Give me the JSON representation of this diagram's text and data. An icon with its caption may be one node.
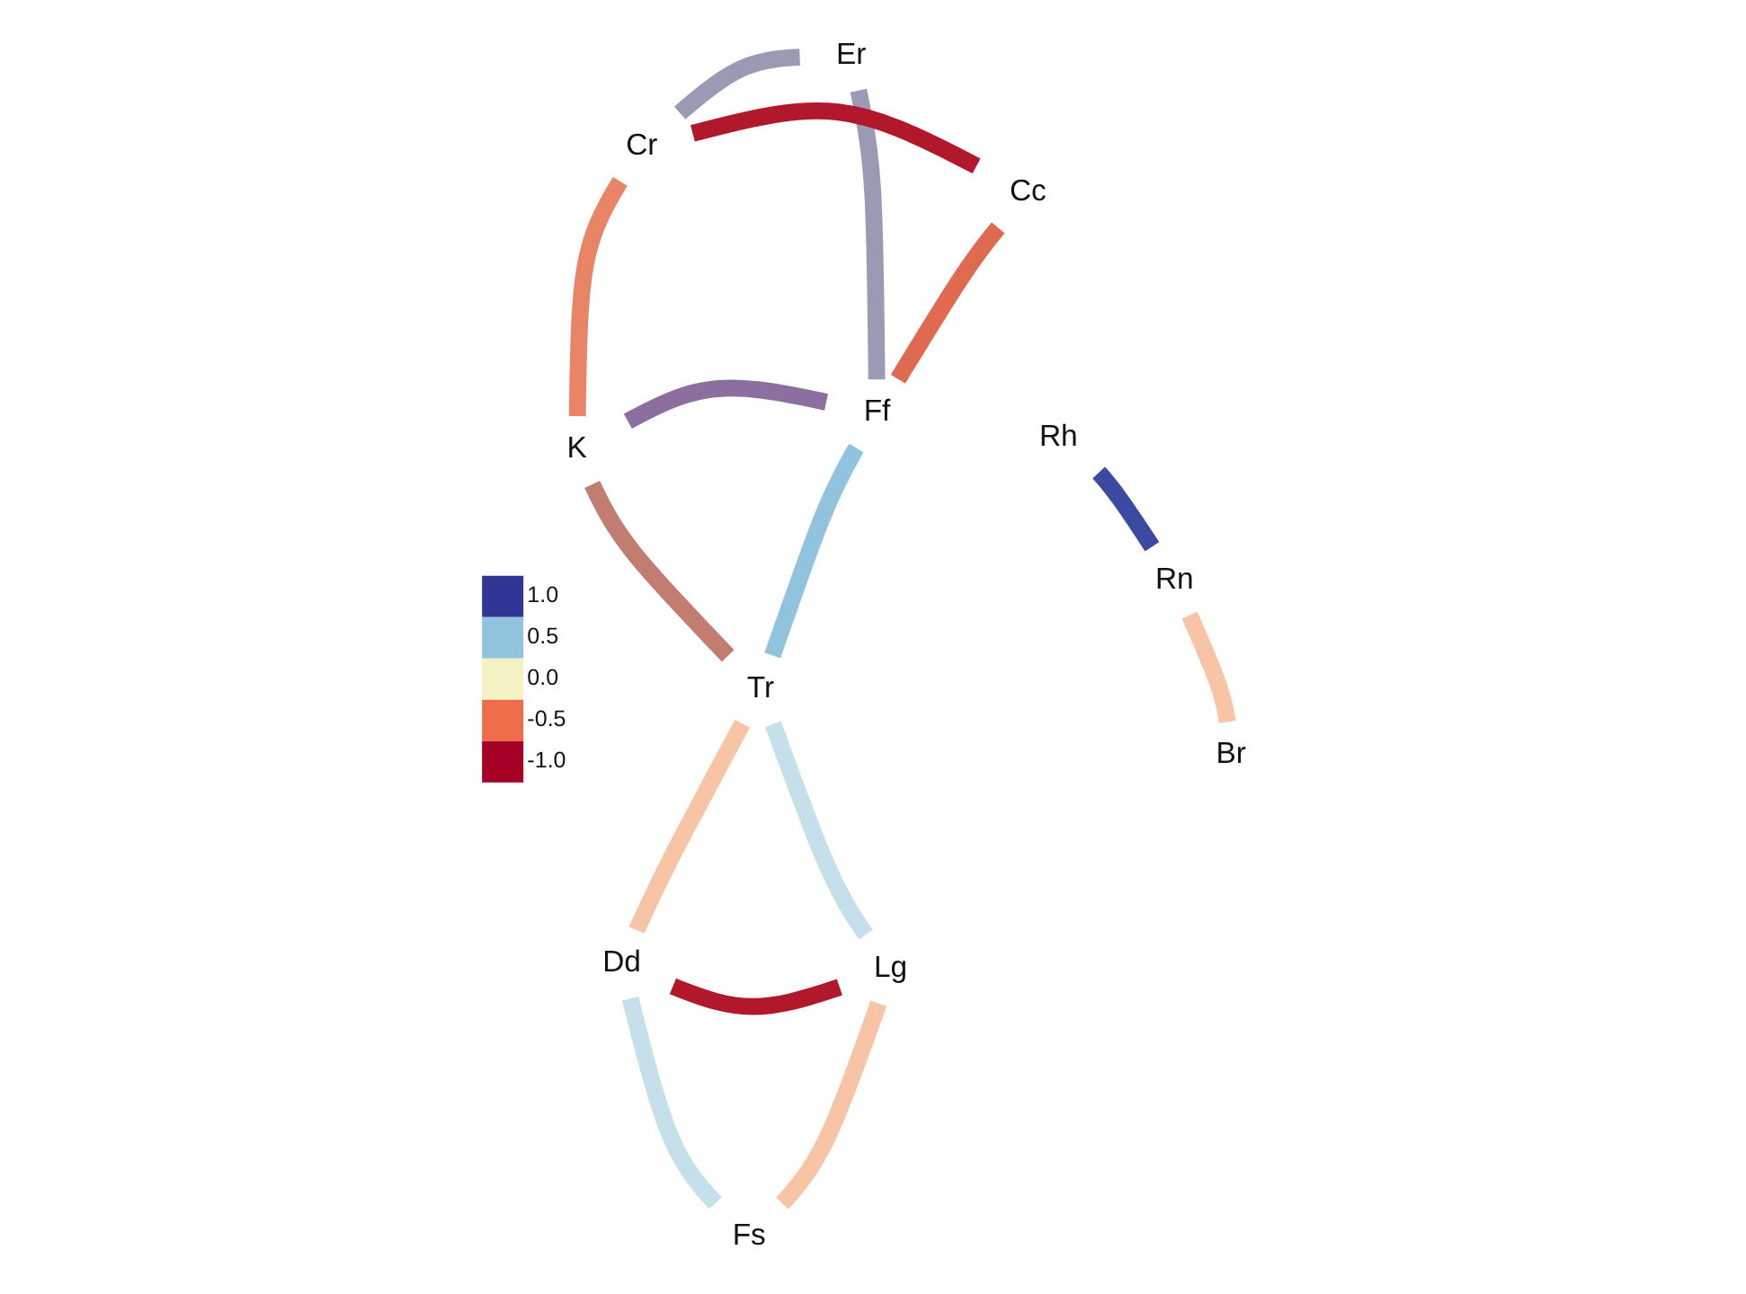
{
  "diagram": {
    "nodes": [
      {
        "text": [
          "Dd"
        ]
      },
      {
        "text": [
          "Lg"
        ]
      },
      {
        "text": [
          "Tr"
        ]
      },
      {
        "text": [
          "K"
        ]
      },
      {
        "text": [
          "Ff"
        ]
      },
      {
        "text": [
          "Er"
        ]
      },
      {
        "text": [
          "Cr"
        ]
      },
      {
        "text": [
          "Cc"
        ]
      },
      {
        "text": [
          "Fs"
        ]
      },
      {
        "text": [
          "Rh"
        ]
      },
      {
        "text": [
          "Rn"
        ]
      },
      {
        "text": [
          "Br"
        ]
      }
    ],
    "edges": [
      {
        "from": 2,
        "to": 0,
        "arrow": "none",
        "color": "#f8c4a6"
      },
      {
        "from": 2,
        "to": 1,
        "arrow": "none",
        "color": "#c5dfeb"
      },
      {
        "from": 0,
        "to": 1,
        "arrow": "none",
        "color": "#b2182b"
      },
      {
        "from": 1,
        "to": 8,
        "arrow": "none",
        "color": "#f8c4a6"
      },
      {
        "from": 0,
        "to": 8,
        "arrow": "none",
        "color": "#c5dfeb"
      },
      {
        "from": 3,
        "to": 2,
        "arrow": "none",
        "color": "#c27d70"
      },
      {
        "from": 4,
        "to": 2,
        "arrow": "none",
        "color": "#8fc3de"
      },
      {
        "from": 3,
        "to": 4,
        "arrow": "none",
        "color": "#8a6fa0"
      },
      {
        "from": 4,
        "to": 5,
        "arrow": "none",
        "color": "#9a9ab4"
      },
      {
        "from": 5,
        "to": 6,
        "arrow": "none",
        "color": "#9a9ab4"
      },
      {
        "from": 3,
        "to": 6,
        "arrow": "none",
        "color": "#ea8467"
      },
      {
        "from": 4,
        "to": 7,
        "arrow": "none",
        "color": "#e06a50"
      },
      {
        "from": 6,
        "to": 7,
        "arrow": "none",
        "color": "#b2182b"
      },
      {
        "from": 9,
        "to": 10,
        "arrow": "none",
        "color": "#3a4aa0"
      },
      {
        "from": 10,
        "to": 11,
        "arrow": "none",
        "color": "#f8c4a6"
      }
    ],
    "legend": [
      {
        "text": "1.0",
        "color": "#313695"
      },
      {
        "text": "0.5",
        "color": "#91c3de"
      },
      {
        "text": "0.0",
        "color": "#f5f3c4"
      },
      {
        "text": "-0.5",
        "color": "#ef6c49"
      },
      {
        "text": "-1.0",
        "color": "#a50026"
      }
    ]
  }
}
